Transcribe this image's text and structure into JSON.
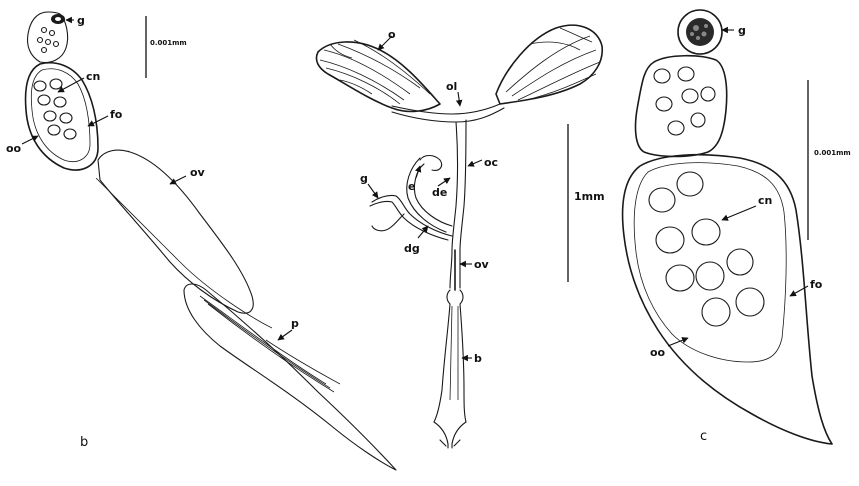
{
  "panels": {
    "b": {
      "panel_label": "b",
      "scale_bar_label": "0.001mm",
      "labels": {
        "g": "g",
        "cn": "cn",
        "fo": "fo",
        "oo": "oo",
        "ov": "ov",
        "p": "p"
      }
    },
    "middle": {
      "scale_bar_label": "1mm",
      "labels": {
        "o": "o",
        "ol": "ol",
        "oc": "oc",
        "e": "e",
        "de": "de",
        "g": "g",
        "dg": "dg",
        "ov": "ov",
        "b": "b"
      }
    },
    "c": {
      "panel_label": "c",
      "scale_bar_label": "0.001mm",
      "labels": {
        "g": "g",
        "cn": "cn",
        "fo": "fo",
        "oo": "oo"
      }
    }
  }
}
